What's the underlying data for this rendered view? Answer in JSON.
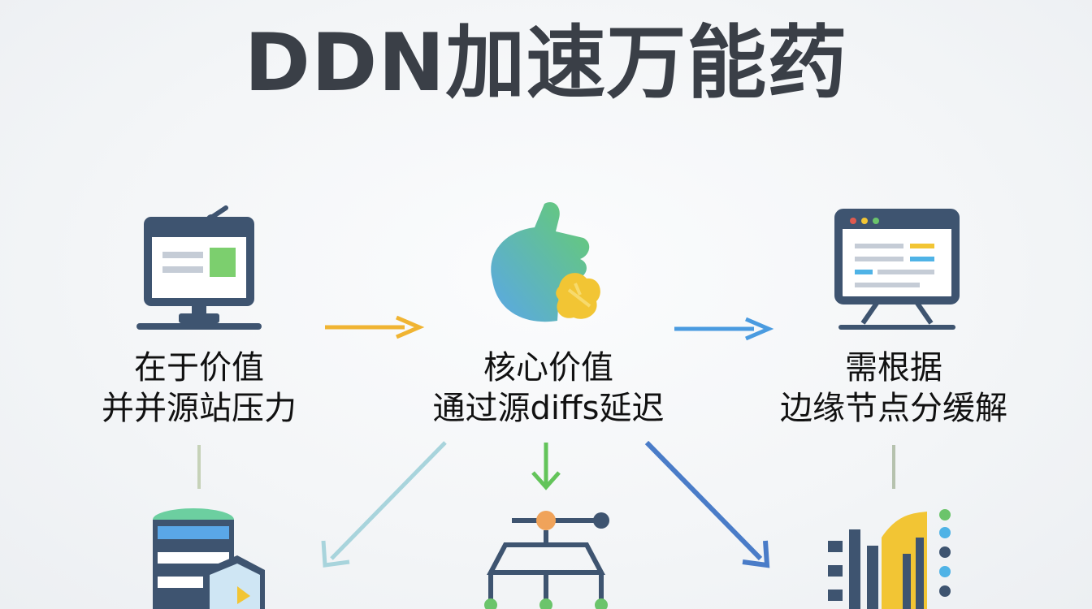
{
  "title": "DDN加速万能药",
  "nodes": [
    {
      "line1": "在于价值",
      "line2": "并并源站压力"
    },
    {
      "line1": "核心价值",
      "line2": "通过源diffs延迟"
    },
    {
      "line1": "需根据",
      "line2": "边缘节点分缓解"
    }
  ],
  "colors": {
    "title": "#3a3f47",
    "arrow_orange": "#f0b432",
    "arrow_blue": "#4a9be0",
    "arrow_green": "#63c45a",
    "arrow_teal": "#a8d4dc",
    "arrow_navy": "#4a7cc8",
    "icon_navy": "#3e5470",
    "icon_green": "#6bc46b",
    "icon_yellow": "#f2c534"
  },
  "icons": [
    "monitor-icon",
    "leaf-icon",
    "dashboard-icon",
    "database-icon",
    "network-icon",
    "signal-icon"
  ]
}
